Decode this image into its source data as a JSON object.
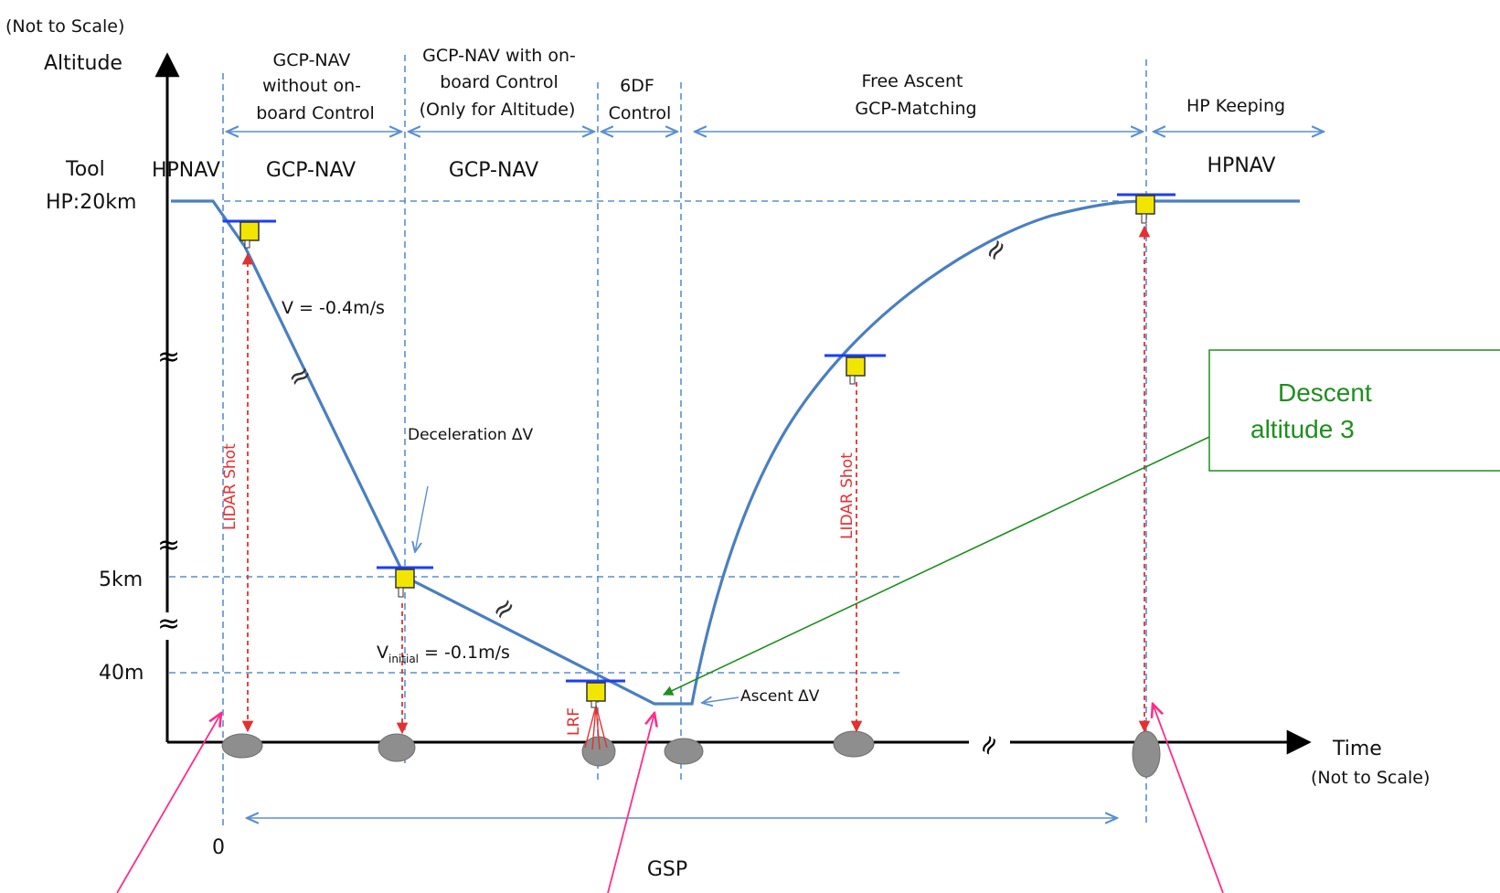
{
  "axes": {
    "y_title": "Altitude",
    "y_scale_note": "(Not to Scale)",
    "x_title": "Time",
    "x_scale_note": "(Not to Scale)",
    "y_ticks": [
      "HP:20km",
      "5km",
      "40m"
    ],
    "x_origin": "0",
    "tool_label": "Tool"
  },
  "phases": [
    {
      "title_lines": [
        "GCP-NAV",
        "without on-",
        "board Control"
      ],
      "tool": "GCP-NAV"
    },
    {
      "title_lines": [
        "GCP-NAV with on-",
        "board Control",
        "(Only for Altitude)"
      ],
      "tool": "GCP-NAV"
    },
    {
      "title_lines": [
        "6DF",
        "Control"
      ],
      "tool": ""
    },
    {
      "title_lines": [
        "Free Ascent",
        "GCP-Matching"
      ],
      "tool": ""
    },
    {
      "title_lines": [
        "HP Keeping"
      ],
      "tool": "HPNAV"
    }
  ],
  "first_tool": "HPNAV",
  "annotations": {
    "velocity_descent": "V = -0.4m/s",
    "deceleration": "Deceleration ΔV",
    "v_initial_prefix": "V",
    "v_initial_sub": "initial",
    "v_initial_suffix": " = -0.1m/s",
    "ascent": "Ascent ΔV",
    "lidar_shot_1": "LIDAR Shot",
    "lidar_shot_2": "LIDAR Shot",
    "lrf": "LRF",
    "gsp": "GSP"
  },
  "callout": {
    "line1": "Descent",
    "line2": "altitude 3"
  },
  "colors": {
    "trajectory": "#4a7fc1",
    "guide": "#5a8fd0",
    "lidar": "#e53030",
    "callout": "#1e8f1e",
    "pointer": "#ff2d8a",
    "spacecraft": "#f2e600",
    "asteroid": "#8e8e8e"
  }
}
